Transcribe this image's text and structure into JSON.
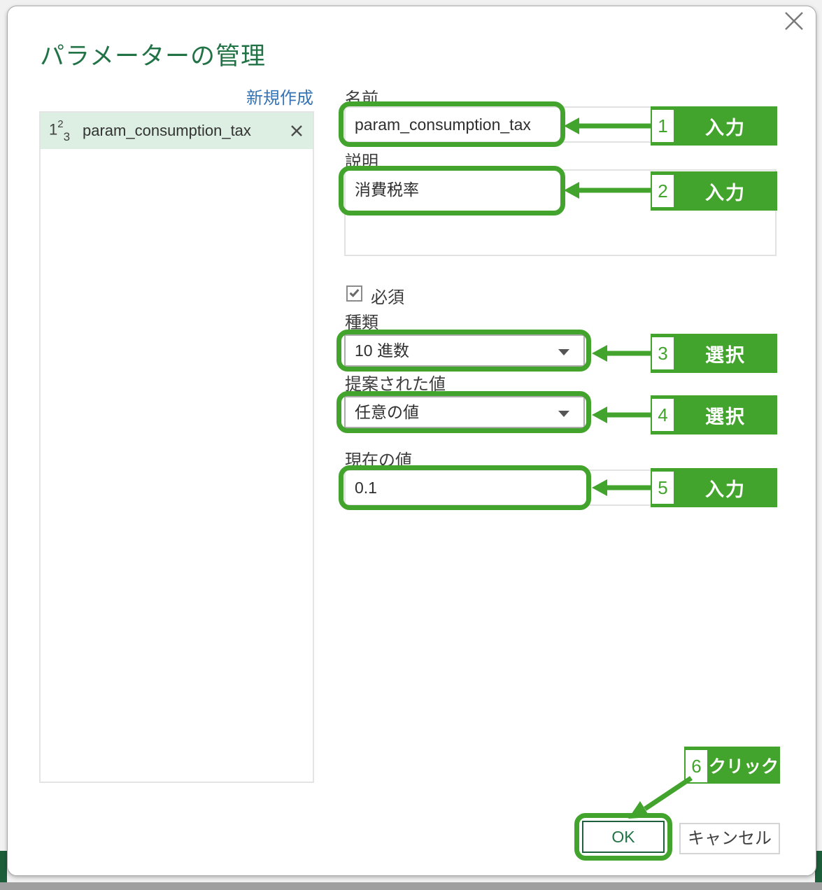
{
  "dialog": {
    "title": "パラメーターの管理",
    "new_link": "新規作成",
    "parameter_list": {
      "items": [
        {
          "type_icon": {
            "d1": "1",
            "d2": "2",
            "d3": "3"
          },
          "name": "param_consumption_tax"
        }
      ]
    },
    "form": {
      "name": {
        "label": "名前",
        "value": "param_consumption_tax"
      },
      "description": {
        "label": "説明",
        "value": "消費税率"
      },
      "required": {
        "label": "必須",
        "checked": true
      },
      "type": {
        "label": "種類",
        "value": "10 進数"
      },
      "suggested_values": {
        "label": "提案された値",
        "value": "任意の値"
      },
      "current_value": {
        "label": "現在の値",
        "value": "0.1"
      }
    },
    "buttons": {
      "ok": "OK",
      "cancel": "キャンセル"
    }
  },
  "annotations": {
    "steps": [
      {
        "number": "1",
        "label": "入力",
        "target": "name-input"
      },
      {
        "number": "2",
        "label": "入力",
        "target": "description-textarea"
      },
      {
        "number": "3",
        "label": "選択",
        "target": "type-dropdown"
      },
      {
        "number": "4",
        "label": "選択",
        "target": "suggested-values-dropdown"
      },
      {
        "number": "5",
        "label": "入力",
        "target": "current-value-input"
      },
      {
        "number": "6",
        "label": "クリック",
        "target": "ok-button"
      }
    ]
  },
  "colors": {
    "accent": "#43a42d",
    "title_green": "#217346",
    "link_blue": "#3674b5",
    "list_item_bg": "#dcefe2"
  }
}
